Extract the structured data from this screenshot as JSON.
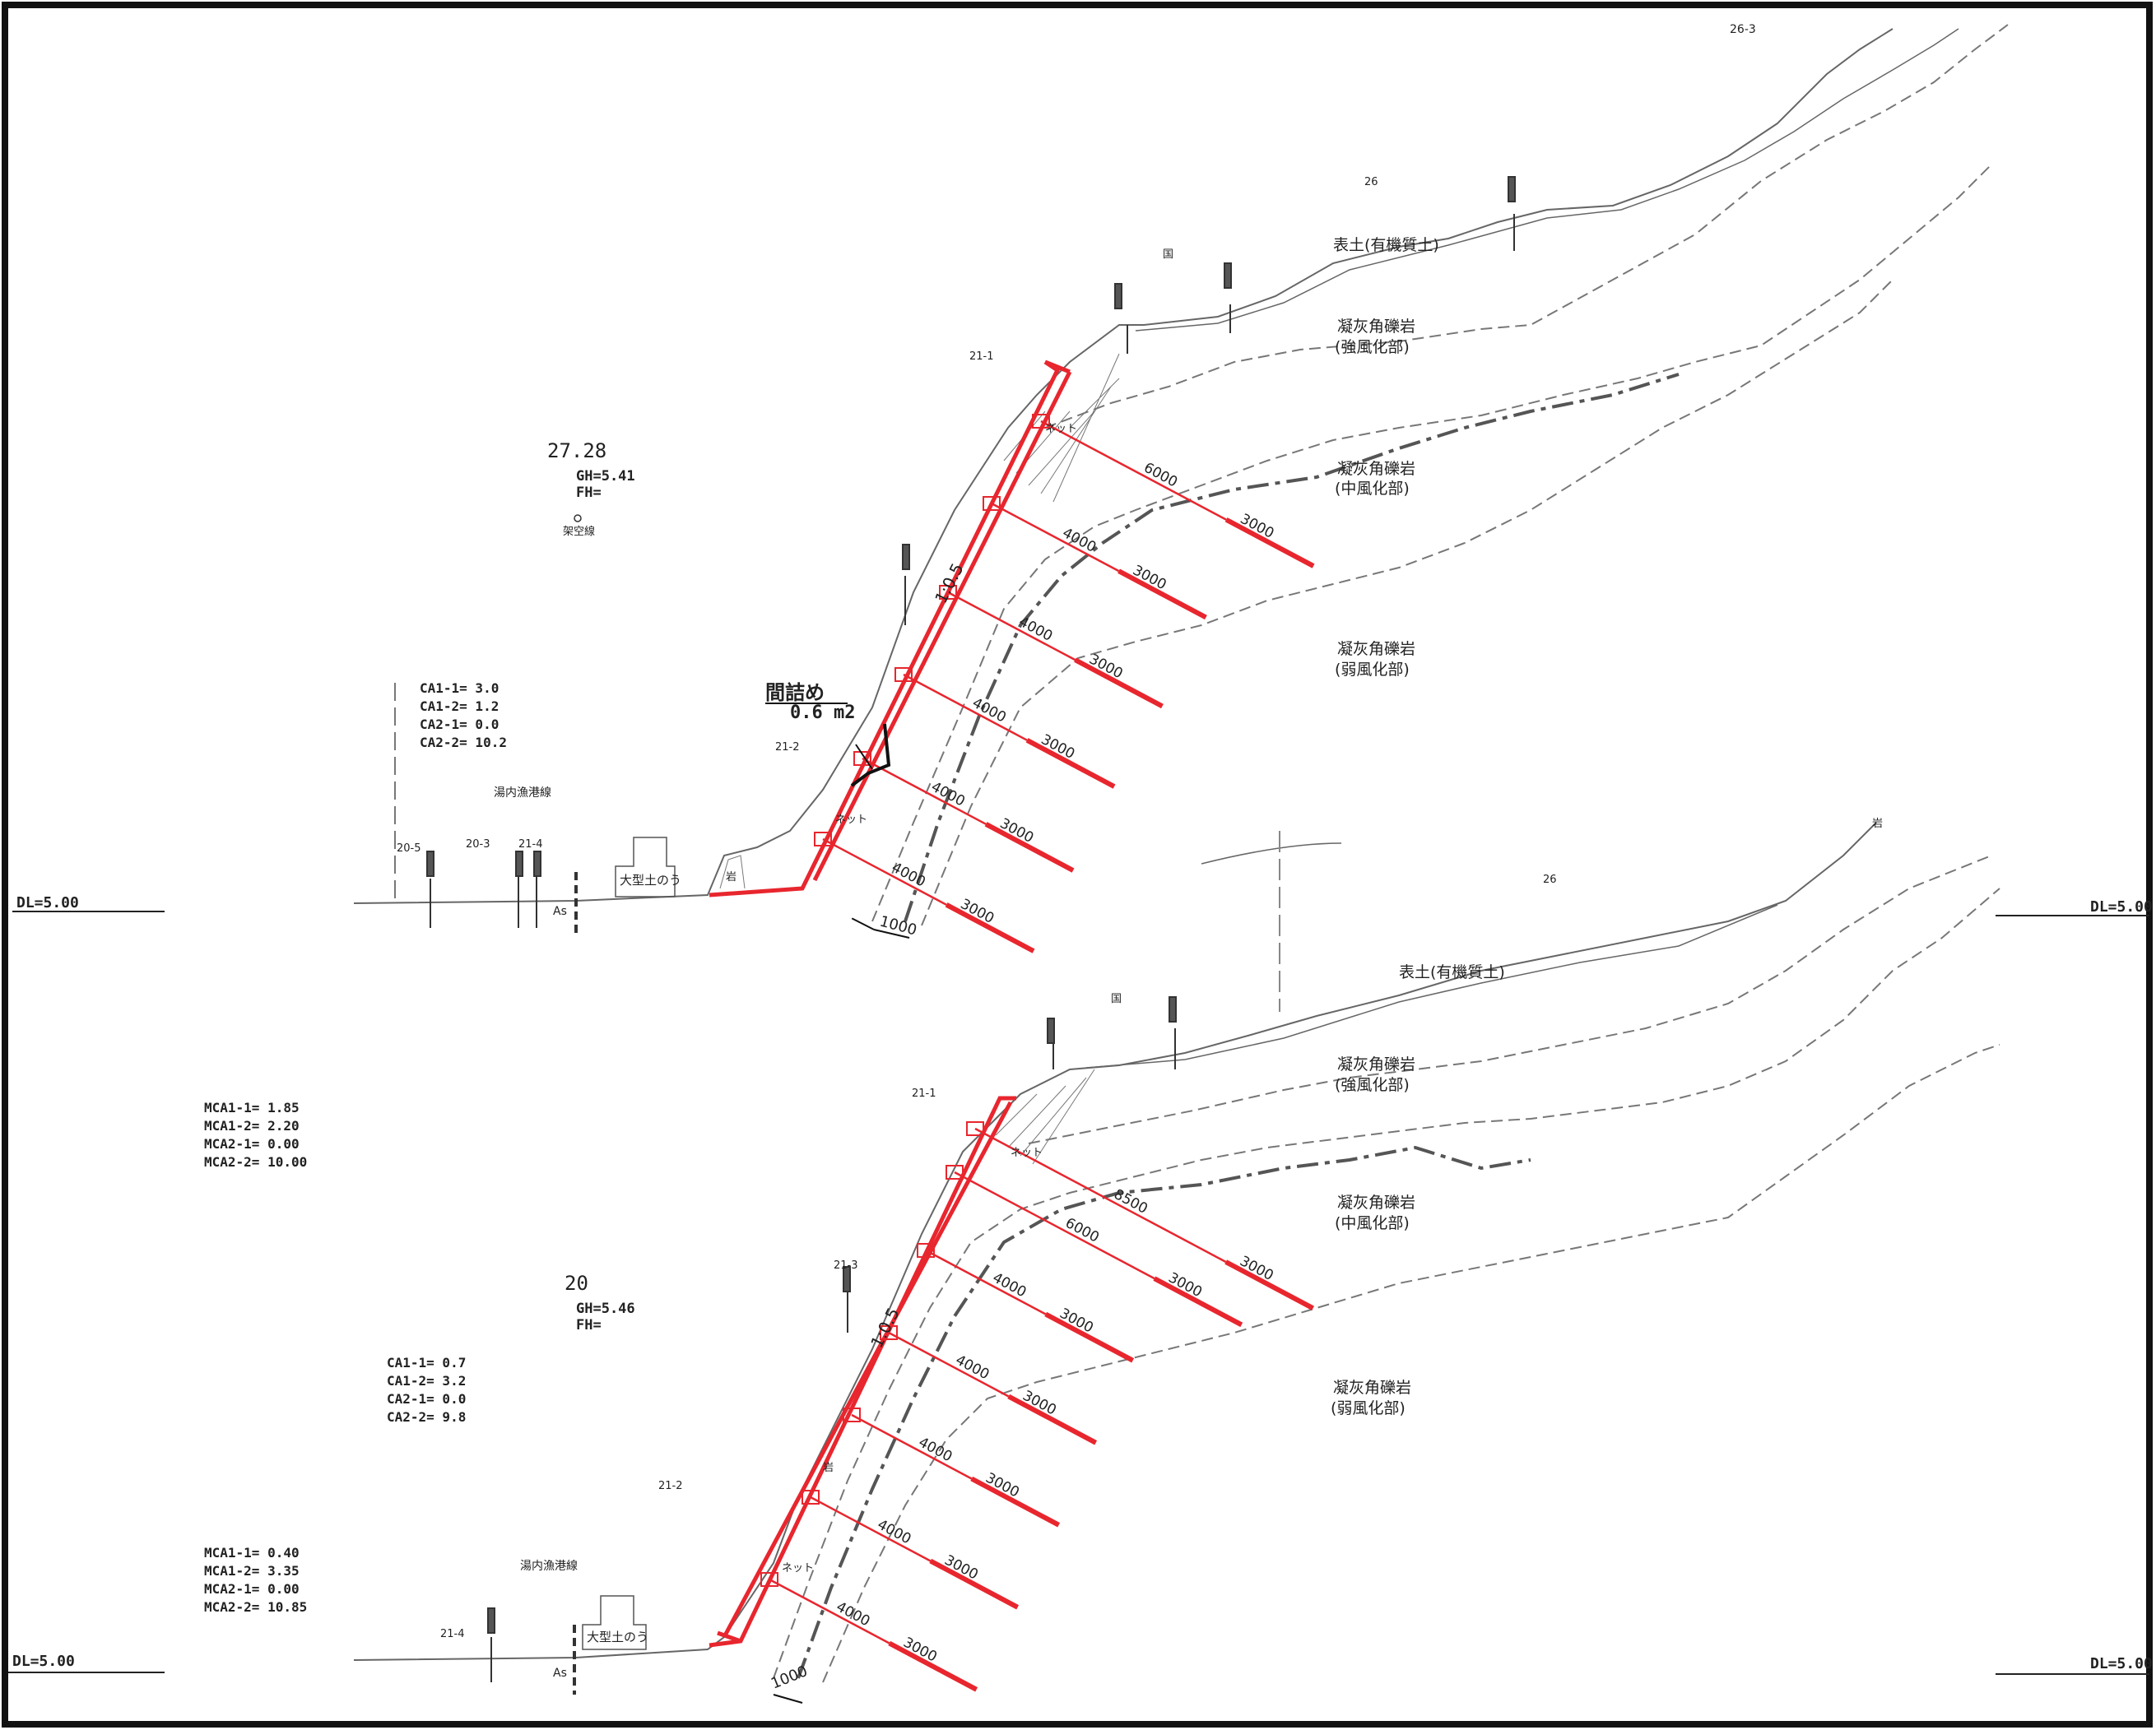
{
  "sheet": {
    "label_top_right": "26-3",
    "datum_label": "DL=5.00"
  },
  "upper": {
    "station": "27.28",
    "gh": "GH=5.41",
    "fh": "FH=",
    "overhead_wire": "架空線",
    "ca": [
      "CA1-1=  3.0",
      "CA1-2=  1.2",
      "CA2-1=  0.0",
      "CA2-2= 10.2"
    ],
    "fill_label": "間詰め",
    "fill_area": "0.6 m2",
    "road": "湯内漁港線",
    "sandbag": "大型土のう",
    "rock": "岩",
    "asphalt": "As",
    "lot_labels": [
      "26",
      "21-1",
      "21-2",
      "20-5",
      "20-3",
      "21-4"
    ],
    "national": "国",
    "net": "ネット",
    "slope": "1:0.5",
    "layers": [
      {
        "line1": "表土(有機質土)",
        "line2": ""
      },
      {
        "line1": "凝灰角礫岩",
        "line2": "(強風化部)"
      },
      {
        "line1": "凝灰角礫岩",
        "line2": "(中風化部)"
      },
      {
        "line1": "凝灰角礫岩",
        "line2": "(弱風化部)"
      }
    ],
    "anchors": [
      {
        "free": "6000",
        "fixed": "3000"
      },
      {
        "free": "4000",
        "fixed": "3000"
      },
      {
        "free": "4000",
        "fixed": "3000"
      },
      {
        "free": "4000",
        "fixed": "3000"
      },
      {
        "free": "4000",
        "fixed": "3000"
      },
      {
        "free": "4000",
        "fixed": "3000"
      }
    ],
    "base_width": "1000"
  },
  "lower": {
    "station": "20",
    "gh": "GH=5.46",
    "fh": "FH=",
    "mca_top": [
      "MCA1-1=  1.85",
      "MCA1-2=  2.20",
      "MCA2-1=  0.00",
      "MCA2-2= 10.00"
    ],
    "ca": [
      "CA1-1=  0.7",
      "CA1-2=  3.2",
      "CA2-1=  0.0",
      "CA2-2=  9.8"
    ],
    "mca_bottom": [
      "MCA1-1=  0.40",
      "MCA1-2=  3.35",
      "MCA2-1=  0.00",
      "MCA2-2= 10.85"
    ],
    "road": "湯内漁港線",
    "sandbag": "大型土のう",
    "asphalt": "As",
    "lot_labels": [
      "26",
      "21-1",
      "21-3",
      "21-2",
      "21-4"
    ],
    "national": "国",
    "net": "ネット",
    "slope": "1:0.5",
    "rock_top": "岩",
    "rock_mid": "岩",
    "layers": [
      {
        "line1": "表土(有機質土)",
        "line2": ""
      },
      {
        "line1": "凝灰角礫岩",
        "line2": "(強風化部)"
      },
      {
        "line1": "凝灰角礫岩",
        "line2": "(中風化部)"
      },
      {
        "line1": "凝灰角礫岩",
        "line2": "(弱風化部)"
      }
    ],
    "anchors": [
      {
        "free": "8500",
        "fixed": "3000"
      },
      {
        "free": "6000",
        "fixed": "3000"
      },
      {
        "free": "4000",
        "fixed": "3000"
      },
      {
        "free": "4000",
        "fixed": "3000"
      },
      {
        "free": "4000",
        "fixed": "3000"
      },
      {
        "free": "4000",
        "fixed": "3000"
      },
      {
        "free": "4000",
        "fixed": "3000"
      }
    ],
    "base_width": "1000"
  },
  "colors": {
    "frame": "#e8262e",
    "ground": "#666666"
  }
}
